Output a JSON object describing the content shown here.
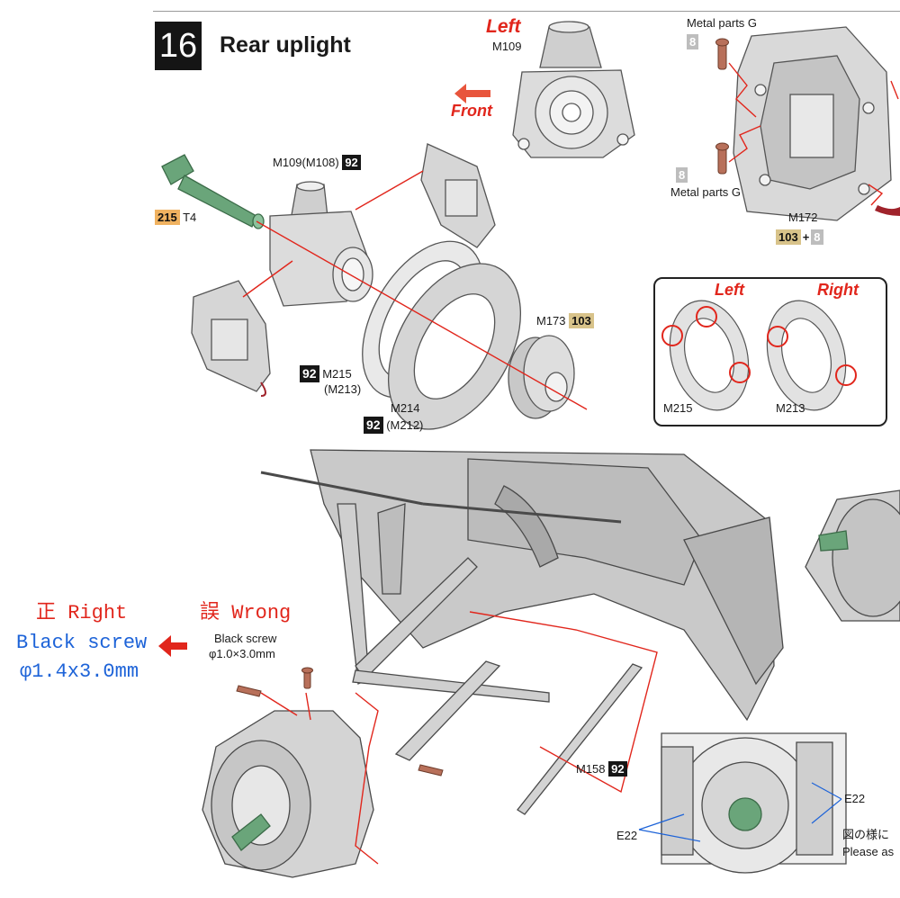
{
  "step": {
    "number": "16",
    "title": "Rear uplight"
  },
  "labels": {
    "left_top": "Left",
    "m109_top": "M109",
    "front": "Front",
    "metal_g_top": "Metal parts G",
    "metal_g_top_badge": "8",
    "metal_g_bottom_badge": "8",
    "metal_g_bottom": "Metal parts G",
    "m172": "M172",
    "m172_badge_a": "103",
    "m172_plus": "+",
    "m172_badge_b": "8",
    "m109_main": "M109(M108)",
    "m109_main_badge": "92",
    "t4_badge": "215",
    "t4": "T4",
    "m173": "M173",
    "m173_badge": "103",
    "m215_badge": "92",
    "m215": "M215",
    "m213_paren": "(M213)",
    "m214": "M214",
    "m214_badge": "92",
    "m212_paren": "(M212)",
    "m158": "M158",
    "m158_badge": "92",
    "e22_right": "E22",
    "e22_left": "E22",
    "jp_note": "図の様に",
    "en_note": "Please as"
  },
  "inset": {
    "left": "Left",
    "right": "Right",
    "m215": "M215",
    "m213": "M213"
  },
  "screw_note": {
    "right_prefix": "正",
    "right_word": "Right",
    "wrong_prefix": "誤",
    "wrong_word": "Wrong",
    "black_screw_main": "Black screw",
    "phi_main": "φ1.4x3.0mm",
    "black_screw_small": "Black screw",
    "phi_small": "φ1.0×3.0mm"
  },
  "colors": {
    "accent_red": "#e1261c",
    "blue_text": "#1d63d8",
    "part_grey": "#d9d9d9",
    "shaft_green": "#6aa57a",
    "screw_copper": "#b0624a"
  }
}
